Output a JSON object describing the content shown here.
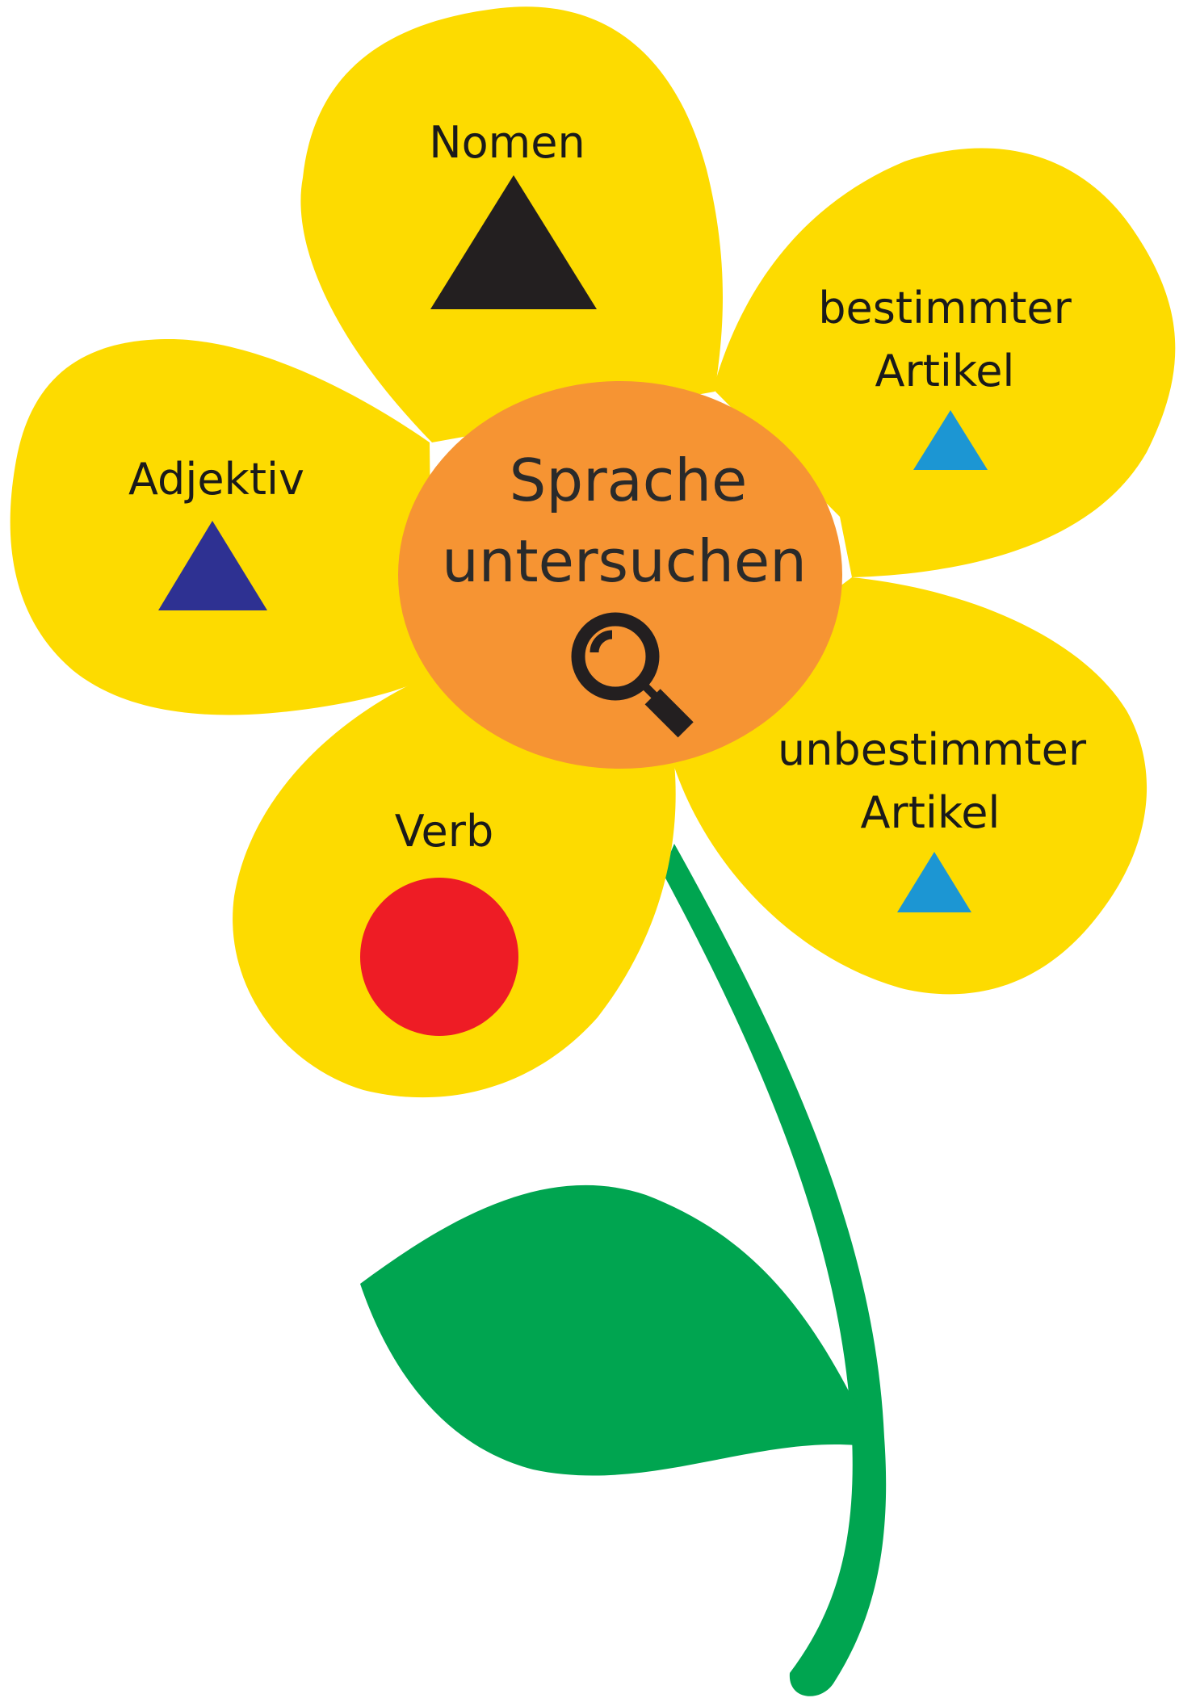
{
  "title_line1": "Sprache",
  "title_line2": "untersuchen",
  "center_icon": "magnifier-icon",
  "petals": [
    {
      "id": "nomen",
      "label_lines": [
        "Nomen"
      ],
      "symbol": "triangle",
      "symbol_color": "#231f20"
    },
    {
      "id": "bestimmter-artikel",
      "label_lines": [
        "bestimmter",
        "Artikel"
      ],
      "symbol": "triangle",
      "symbol_color": "#1c96d3"
    },
    {
      "id": "adjektiv",
      "label_lines": [
        "Adjektiv"
      ],
      "symbol": "triangle",
      "symbol_color": "#2e3192"
    },
    {
      "id": "verb",
      "label_lines": [
        "Verb"
      ],
      "symbol": "circle",
      "symbol_color": "#ee1c25"
    },
    {
      "id": "unbestimmter-artikel",
      "label_lines": [
        "unbestimmter",
        "Artikel"
      ],
      "symbol": "triangle",
      "symbol_color": "#1c96d3"
    }
  ],
  "colors": {
    "petal": "#fddb00",
    "center": "#f69433",
    "stem": "#00a550",
    "icon": "#231f20"
  }
}
